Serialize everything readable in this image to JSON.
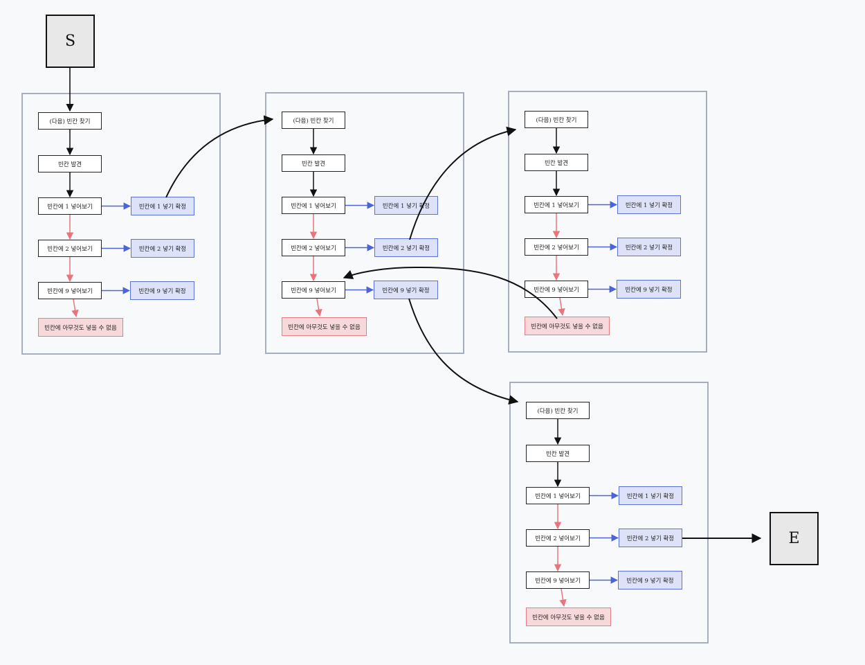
{
  "start_label": "S",
  "end_label": "E",
  "step": {
    "find_next": "(다음) 빈칸 찾기",
    "found": "빈칸 발견",
    "try_1": "빈칸에 1 넣어보기",
    "try_2": "빈칸에 2 넣어보기",
    "try_9": "빈칸에 9 넣어보기",
    "confirm_1": "빈칸에 1 넣기 확정",
    "confirm_2": "빈칸에 2 넣기 확정",
    "confirm_9": "빈칸에 9 넣기 확정",
    "fail": "빈칸에 아무것도 넣을 수 없음"
  },
  "colors": {
    "black_edge": "#111111",
    "confirm_edge": "#4d63d6",
    "fail_edge": "#e8757e",
    "confirm_fill": "#dde2f8",
    "fail_fill": "#f7d9db",
    "terminal_fill": "#e8e8e8"
  }
}
